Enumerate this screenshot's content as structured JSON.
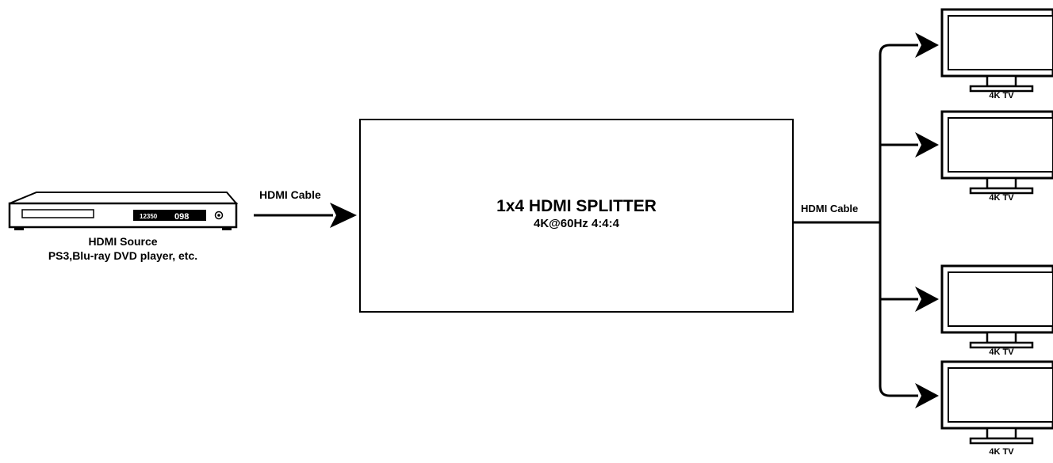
{
  "source": {
    "display_left": "12350",
    "display_right": "098",
    "label_line1": "HDMI Source",
    "label_line2": "PS3,Blu-ray DVD player, etc."
  },
  "input_cable_label": "HDMI Cable",
  "splitter": {
    "title": "1x4 HDMI SPLITTER",
    "subtitle": "4K@60Hz 4:4:4"
  },
  "output_cable_label": "HDMI Cable",
  "outputs": [
    {
      "label": "4K TV"
    },
    {
      "label": "4K TV"
    },
    {
      "label": "4K TV"
    },
    {
      "label": "4K TV"
    }
  ]
}
